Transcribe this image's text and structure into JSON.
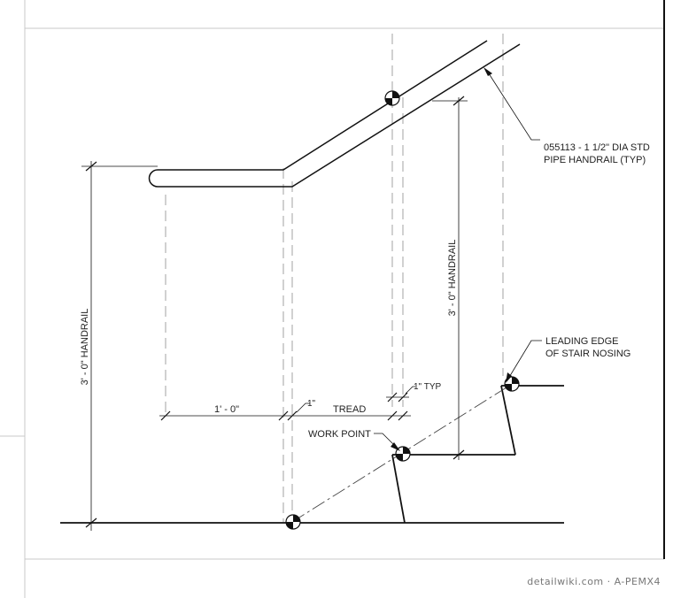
{
  "labels": {
    "handrail_spec_line1": "055113 - 1 1/2\" DIA STD",
    "handrail_spec_line2": "PIPE HANDRAIL (TYP)",
    "nosing_line1": "LEADING EDGE",
    "nosing_line2": "OF STAIR NOSING",
    "work_point": "WORK POINT",
    "typ": "1\" TYP",
    "tread": "TREAD",
    "one_foot": "1' - 0\"",
    "one_inch": "1\"",
    "handrail_height_left": "3' - 0\" HANDRAIL",
    "handrail_height_right": "3' - 0\" HANDRAIL"
  },
  "footer": {
    "credit": "detailwiki.com · A-PEMX4"
  }
}
